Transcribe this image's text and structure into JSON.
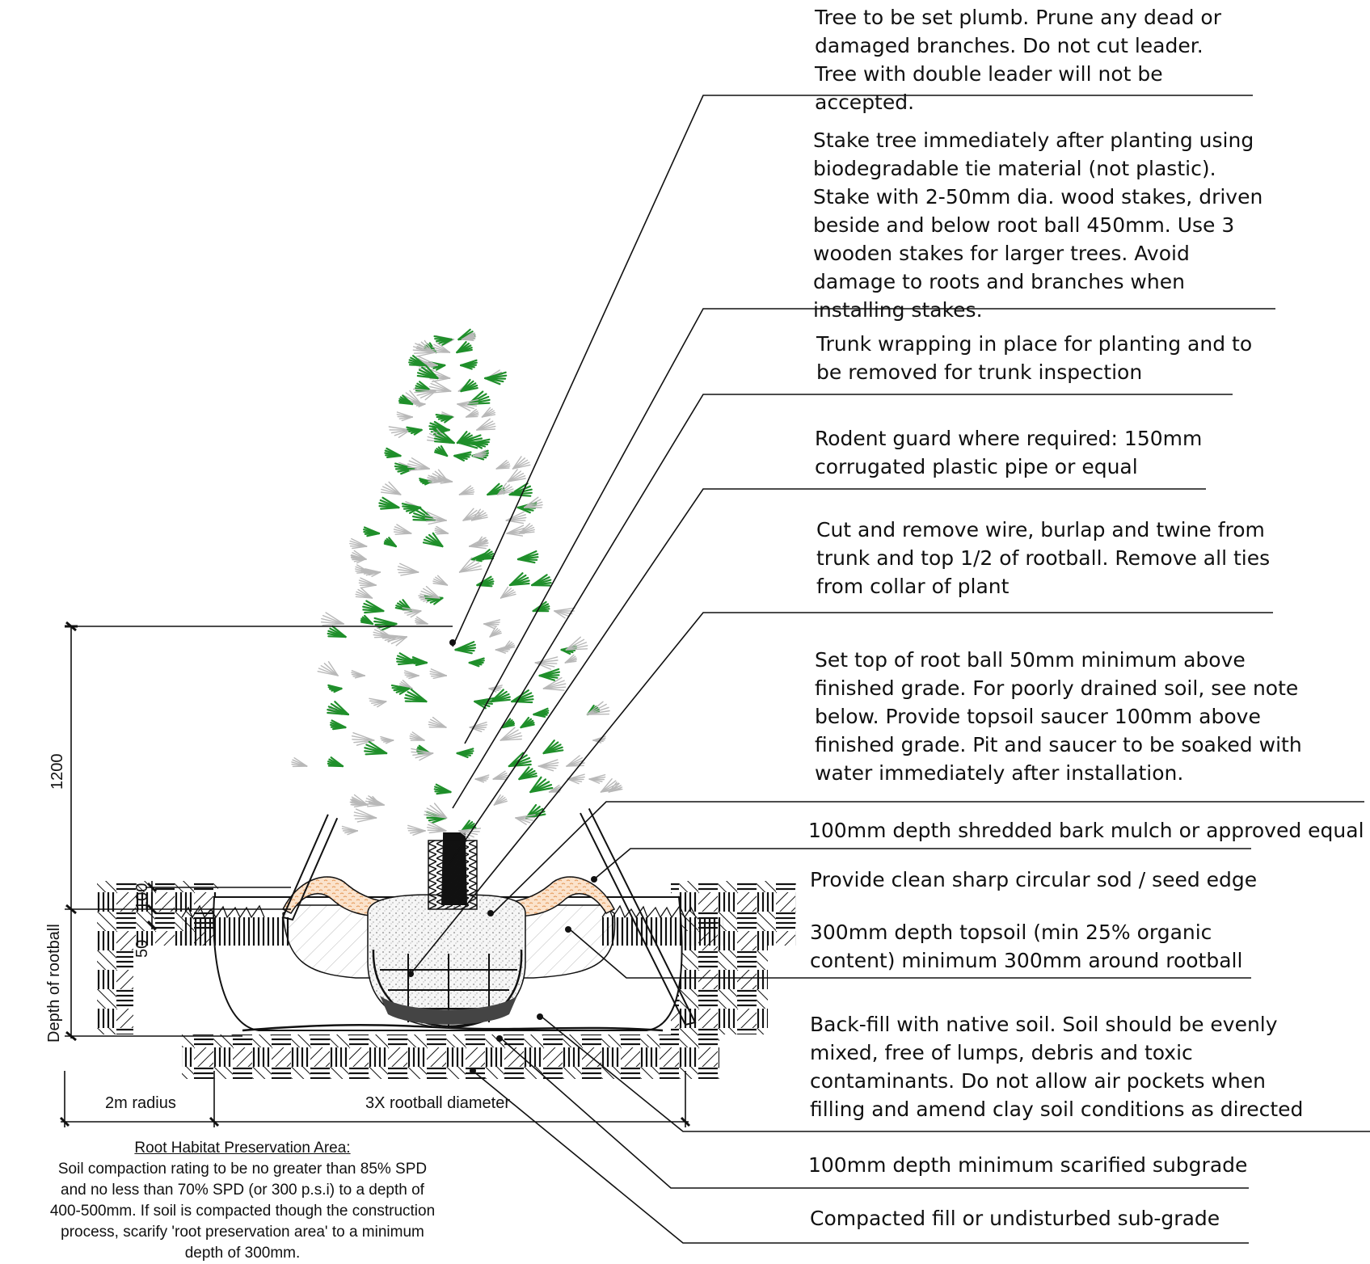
{
  "notes": [
    {
      "id": "plumb",
      "text": "Tree to be set plumb. Prune any dead or damaged branches. Do not cut leader. Tree with double leader will not be accepted."
    },
    {
      "id": "stake",
      "text": "Stake tree immediately after planting using biodegradable tie material (not plastic). Stake with 2-50mm dia. wood stakes, driven beside and below root ball 450mm. Use 3 wooden stakes for larger trees. Avoid damage to roots and branches when  installing stakes."
    },
    {
      "id": "trunk-wrap",
      "text": "Trunk wrapping in place for planting and to be removed for trunk inspection"
    },
    {
      "id": "rodent",
      "text": "Rodent guard where required: 150mm corrugated plastic pipe or equal"
    },
    {
      "id": "wire",
      "text": "Cut and remove wire, burlap and twine from trunk and top 1/2 of rootball. Remove all ties from collar of plant"
    },
    {
      "id": "rootball-top",
      "text": "Set top of root ball 50mm minimum above finished grade. For poorly drained soil, see note below. Provide topsoil saucer 100mm above finished grade. Pit and saucer to be soaked with water immediately after installation."
    },
    {
      "id": "mulch",
      "text": "100mm depth shredded bark mulch or approved equal"
    },
    {
      "id": "sod-edge",
      "text": "Provide clean sharp circular sod / seed edge"
    },
    {
      "id": "topsoil",
      "text": "300mm depth topsoil (min 25% organic content) minimum 300mm around rootball"
    },
    {
      "id": "backfill",
      "text": "Back-fill with native soil. Soil should be evenly mixed, free of lumps, debris and toxic contaminants. Do not allow air pockets when filling and amend clay soil conditions as directed"
    },
    {
      "id": "subgrade",
      "text": "100mm depth minimum scarified subgrade"
    },
    {
      "id": "compacted",
      "text": "Compacted fill or undisturbed sub-grade"
    }
  ],
  "dimensions": {
    "height_1200": "1200",
    "depth_rootball": "Depth of rootball",
    "dim_100": "100",
    "dim_50": "50",
    "radius": "2m radius",
    "diameter": "3X rootball diameter"
  },
  "root_habitat": {
    "title": "Root Habitat Preservation Area:",
    "body": "Soil compaction rating to be no greater than 85% SPD and no less than 70% SPD (or 300 p.s.i) to a depth of  400-500mm.  If soil is compacted though the construction process, scarify 'root preservation area' to a minimum depth of 300mm."
  },
  "colors": {
    "line": "#111111",
    "mulch": "#f2b483",
    "foliage_green": "#1f8f2a",
    "foliage_grey": "#b8b8b8",
    "rootball_stipple": "#cfcfcf"
  }
}
